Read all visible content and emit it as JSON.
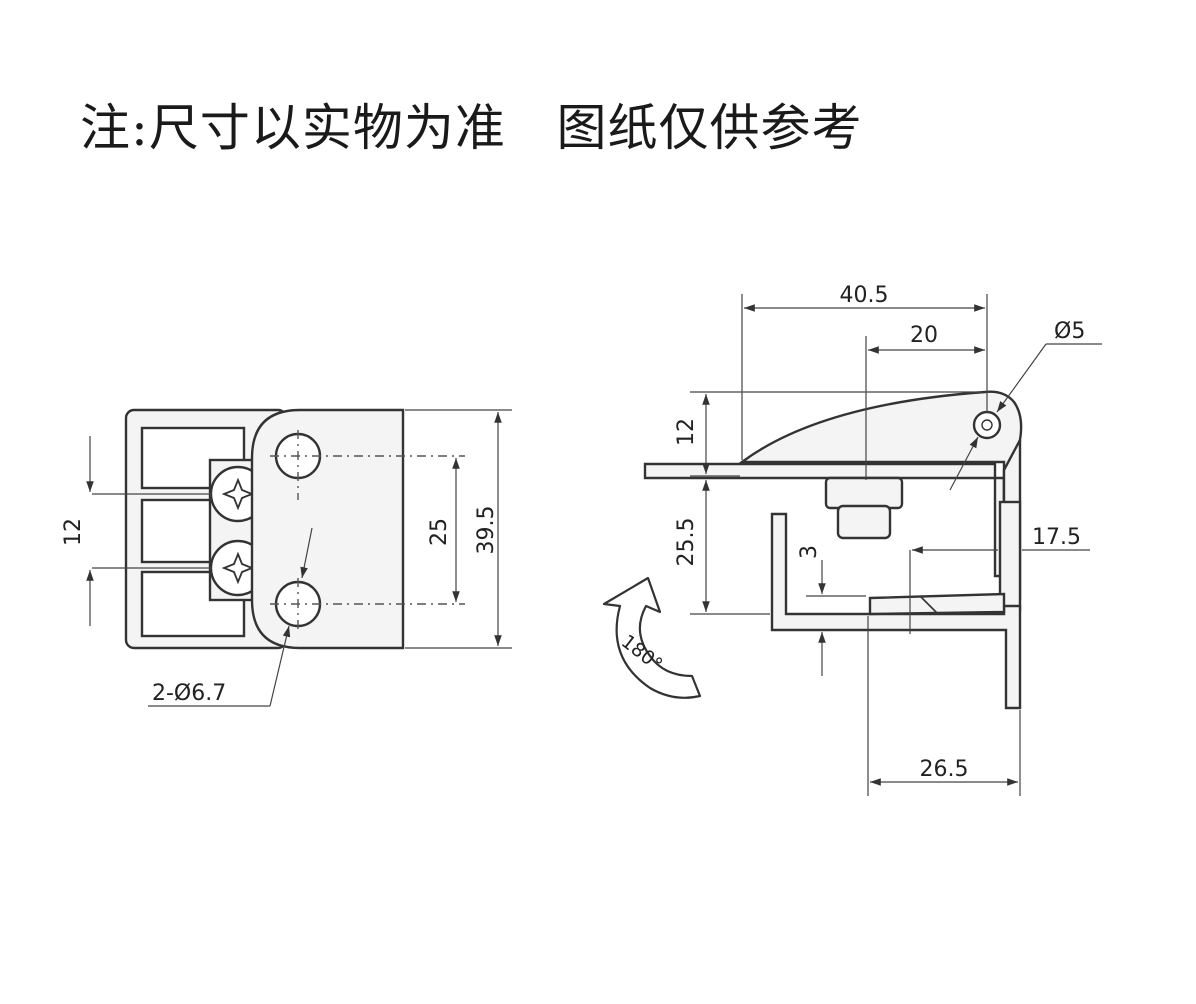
{
  "note": {
    "text": "注:尺寸以实物为准   图纸仅供参考"
  },
  "front_view": {
    "dim_height_total": "39.5",
    "dim_hole_spacing": "25",
    "dim_screw_spacing": "12",
    "dim_holes": "2-Ø6.7"
  },
  "side_view": {
    "dim_overall_length": "40.5",
    "dim_pin_offset": "20",
    "dim_pin_diameter": "Ø5",
    "dim_lever_height": "12",
    "dim_lower_height": "25.5",
    "dim_gap": "3",
    "dim_width_right": "17.5",
    "dim_bottom_width": "26.5",
    "rotation_label": "180°"
  }
}
